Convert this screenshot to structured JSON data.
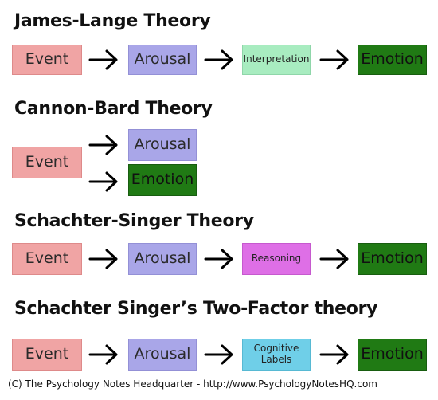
{
  "sections": [
    {
      "title": "James-Lange Theory",
      "boxes": [
        "Event",
        "Arousal",
        "Interpretation",
        "Emotion"
      ]
    },
    {
      "title": "Cannon-Bard Theory",
      "boxes": [
        "Event",
        "Arousal",
        "Emotion"
      ]
    },
    {
      "title": "Schachter-Singer Theory",
      "boxes": [
        "Event",
        "Arousal",
        "Reasoning",
        "Emotion"
      ]
    },
    {
      "title": "Schachter Singer’s Two-Factor theory",
      "boxes": [
        "Event",
        "Arousal",
        "Cognitive Labels",
        "Emotion"
      ]
    }
  ],
  "footer": "(C) The Psychology Notes Headquarter - http://www.PsychologyNotesHQ.com",
  "colors": {
    "event": "#f0a4a4",
    "arousal": "#a9a6e8",
    "interpretation": "#a8ecc0",
    "reasoning": "#de6fe6",
    "cognitive_labels": "#6fcfe8",
    "emotion": "#207a14"
  },
  "icons": {
    "connector": "arrow-right-icon"
  }
}
